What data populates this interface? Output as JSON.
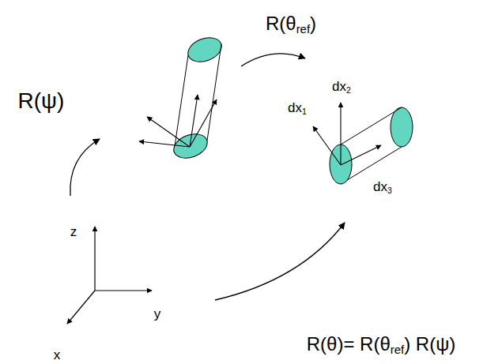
{
  "diagram": {
    "labels": [
      "R(θref)",
      "R(ψ)",
      "dx1",
      "dx2",
      "dx3",
      "z",
      "y",
      "x",
      "R(θ)= R(θref) R(ψ)"
    ]
  }
}
